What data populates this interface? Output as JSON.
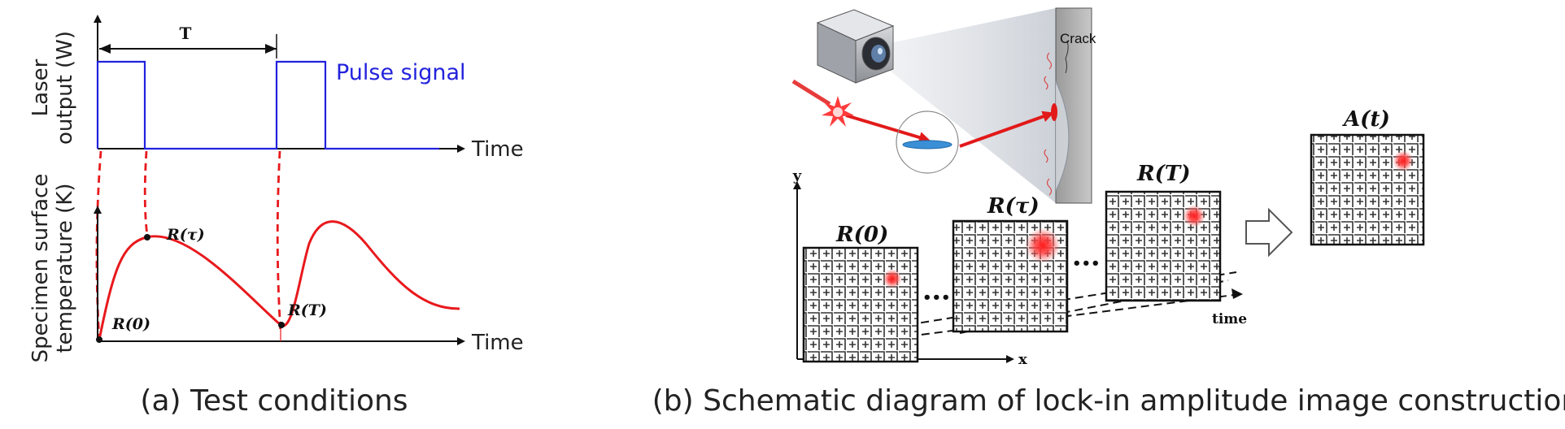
{
  "panel_a": {
    "top_ylabel_line1": "Laser",
    "top_ylabel_line2": "output (W)",
    "period_label": "T",
    "pulse_label": "Pulse signal",
    "time_label_top": "Time",
    "bottom_ylabel_line1": "Specimen surface",
    "bottom_ylabel_line2": "temperature (K)",
    "time_label_bottom": "Time",
    "point_r0": "R(0)",
    "point_rtau": "R(τ)",
    "point_rT": "R(T)",
    "caption": "(a) Test conditions",
    "colors": {
      "pulse": "#2222dd",
      "curve": "#e8191d",
      "guide": "#e8191d"
    }
  },
  "panel_b": {
    "crack_label": "Crack",
    "axis_y": "y",
    "axis_x": "x",
    "axis_time": "time",
    "frame_r0": "R(0)",
    "frame_rtau": "R(τ)",
    "frame_rT": "R(T)",
    "frame_result": "A(t)",
    "ellipsis_1": "•••",
    "ellipsis_2": "•••",
    "caption": "(b) Schematic diagram of lock-in amplitude image construction",
    "icons": [
      "camera-icon",
      "laser-burst-icon",
      "lens-icon",
      "specimen-plate",
      "arrow-right-icon"
    ],
    "colors": {
      "laser": "#e21a1a",
      "hotspot": "#ff2a2a",
      "grid": "#222222"
    }
  }
}
